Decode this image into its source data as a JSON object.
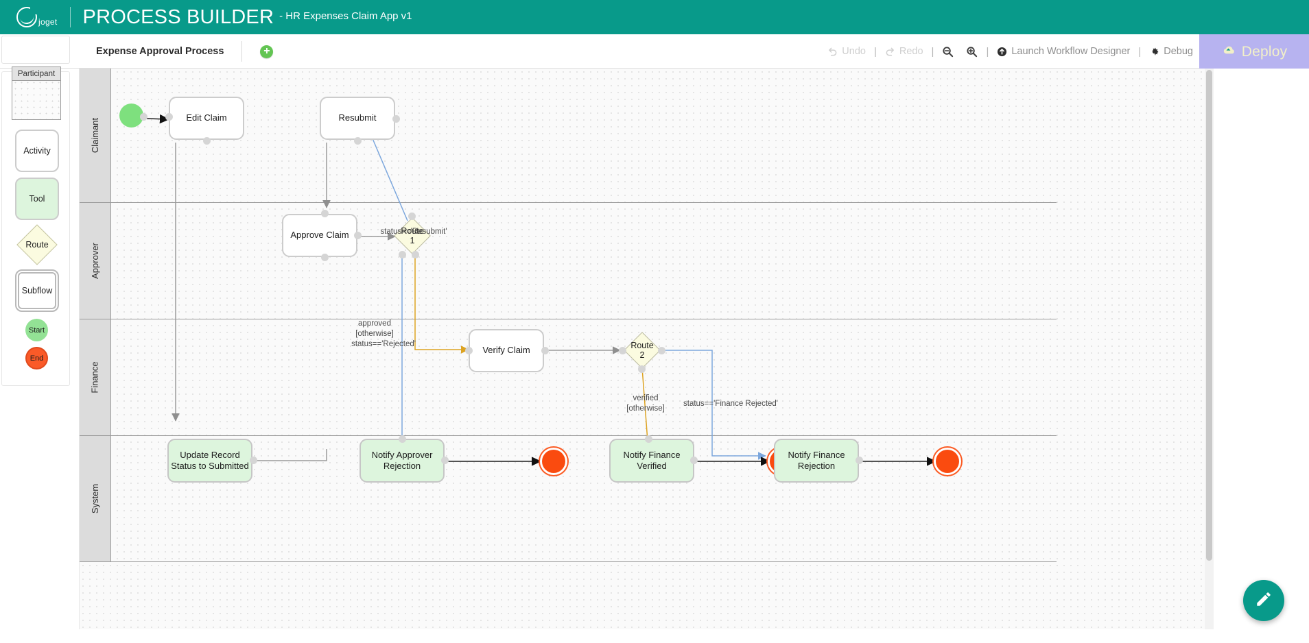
{
  "header": {
    "logo_text": "joget",
    "logo_icon": "joget-logo-icon",
    "title": "PROCESS BUILDER",
    "subtitle": "- HR Expenses Claim App v1",
    "brand_color": "#089a8a"
  },
  "tabs": {
    "items": [
      {
        "label": "Expense Approval Process",
        "active": true
      }
    ],
    "add_tab_label": "+"
  },
  "toolbar": {
    "undo": {
      "label": "Undo",
      "icon": "undo-icon",
      "enabled": false
    },
    "redo": {
      "label": "Redo",
      "icon": "redo-icon",
      "enabled": false
    },
    "zoom_out": {
      "label": "",
      "icon": "zoom-out-icon",
      "enabled": true
    },
    "zoom_in": {
      "label": "",
      "icon": "zoom-in-icon",
      "enabled": true
    },
    "launch_designer": {
      "label": "Launch Workflow Designer",
      "icon": "launch-icon",
      "enabled": true
    },
    "debug": {
      "label": "Debug",
      "icon": "gear-icon",
      "enabled": true
    },
    "separator": "|"
  },
  "deploy": {
    "label": "Deploy",
    "icon": "cloud-upload-icon",
    "bg_color": "#b7b3f0",
    "text_color": "#f2f0c8"
  },
  "palette": {
    "items": [
      {
        "label": "Participant",
        "type": "participant"
      },
      {
        "label": "Activity",
        "type": "activity"
      },
      {
        "label": "Tool",
        "type": "tool"
      },
      {
        "label": "Route",
        "type": "route"
      },
      {
        "label": "Subflow",
        "type": "subflow"
      },
      {
        "label": "Start",
        "type": "start"
      },
      {
        "label": "End",
        "type": "end"
      }
    ]
  },
  "diagram": {
    "lanes": [
      {
        "label": "Claimant"
      },
      {
        "label": "Approver"
      },
      {
        "label": "Finance"
      },
      {
        "label": "System"
      }
    ],
    "nodes": [
      {
        "id": "start1",
        "label": "",
        "type": "start",
        "lane": "Claimant"
      },
      {
        "id": "edit",
        "label": "Edit Claim",
        "type": "activity",
        "lane": "Claimant"
      },
      {
        "id": "resub",
        "label": "Resubmit",
        "type": "activity",
        "lane": "Claimant"
      },
      {
        "id": "approve",
        "label": "Approve Claim",
        "type": "activity",
        "lane": "Approver"
      },
      {
        "id": "route1",
        "label": "Route\n1",
        "type": "route",
        "lane": "Approver"
      },
      {
        "id": "verify",
        "label": "Verify Claim",
        "type": "activity",
        "lane": "Finance"
      },
      {
        "id": "route2",
        "label": "Route\n2",
        "type": "route",
        "lane": "Finance"
      },
      {
        "id": "update",
        "label": "Update Record\nStatus to\nSubmitted",
        "type": "tool",
        "lane": "System"
      },
      {
        "id": "notapp",
        "label": "Notify Approver\nRejection",
        "type": "tool",
        "lane": "System"
      },
      {
        "id": "notfinv",
        "label": "Notify Finance\nVerified",
        "type": "tool",
        "lane": "System"
      },
      {
        "id": "notfinr",
        "label": "Notify Finance\nRejection",
        "type": "tool",
        "lane": "System"
      },
      {
        "id": "end1",
        "label": "",
        "type": "end",
        "lane": "System"
      },
      {
        "id": "end2",
        "label": "",
        "type": "end",
        "lane": "System"
      },
      {
        "id": "end3",
        "label": "",
        "type": "end",
        "lane": "System"
      }
    ],
    "node_labels": {
      "route1_line1": "Route",
      "route1_line2": "1",
      "route2_line1": "Route",
      "route2_line2": "2",
      "edit_claim": "Edit Claim",
      "resubmit": "Resubmit",
      "approve_claim": "Approve Claim",
      "verify_claim": "Verify Claim",
      "update_record": "Update Record Status to Submitted",
      "notify_approver_rejection": "Notify Approver Rejection",
      "notify_finance_verified": "Notify Finance Verified",
      "notify_finance_rejection": "Notify Finance Rejection"
    },
    "edge_labels": [
      {
        "id": "lbl_resubmit",
        "text": "status=='Resubmit'"
      },
      {
        "id": "lbl_approved",
        "text": "approved"
      },
      {
        "id": "lbl_otherwise1",
        "text": "[otherwise]"
      },
      {
        "id": "lbl_rejected",
        "text": "status=='Rejected'"
      },
      {
        "id": "lbl_verified",
        "text": "verified"
      },
      {
        "id": "lbl_otherwise2",
        "text": "[otherwise]"
      },
      {
        "id": "lbl_finance_rejected",
        "text": "status=='Finance Rejected'"
      }
    ],
    "colors": {
      "lane_header": "#dcdcdc",
      "activity_fill": "#ffffff",
      "tool_fill": "#ddf5dd",
      "route_fill": "#fbfbe0",
      "start_fill": "#7ee07e",
      "end_fill": "#fa4b0f",
      "wire_grey": "#9a9a9a",
      "wire_blue": "#7ca7dd",
      "wire_orange": "#dda321",
      "wire_black": "#1a1a1a"
    }
  },
  "fab": {
    "icon": "pencil-icon"
  }
}
